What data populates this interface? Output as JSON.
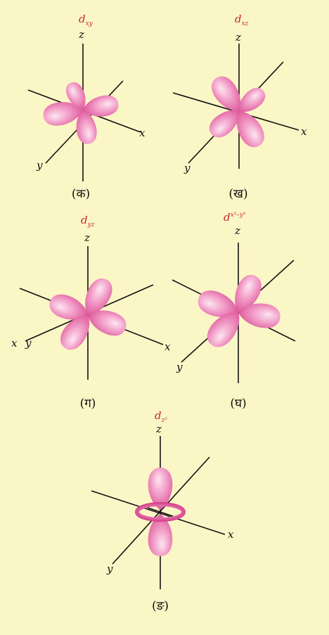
{
  "orbitals": [
    {
      "name_main": "d",
      "name_sub": "xy",
      "name_sup": "",
      "caption": "(क)",
      "axes": {
        "z": "z",
        "x": "x",
        "y": "y"
      }
    },
    {
      "name_main": "d",
      "name_sub": "xz",
      "name_sup": "",
      "caption": "(ख)",
      "axes": {
        "z": "z",
        "x": "x",
        "y": "y"
      }
    },
    {
      "name_main": "d",
      "name_sub": "yz",
      "name_sup": "",
      "caption": "(ग)",
      "axes": {
        "z": "z",
        "x": "x",
        "y": "y",
        "x2": "x"
      }
    },
    {
      "name_main": "d",
      "name_sub": "",
      "name_sup": "x²–y²",
      "caption": "(घ)",
      "axes": {
        "z": "z",
        "y": "y"
      }
    },
    {
      "name_main": "d",
      "name_sub": "z²",
      "name_sup": "",
      "caption": "(ङ)",
      "axes": {
        "z": "z",
        "x": "x",
        "y": "y"
      }
    }
  ],
  "colors": {
    "background": "#fbf6c6",
    "lobe_light": "#fde6f2",
    "lobe_mid": "#f19ac6",
    "lobe_dark": "#d63f8a",
    "orbital_label": "#c62a2a",
    "axis": "#111111"
  }
}
